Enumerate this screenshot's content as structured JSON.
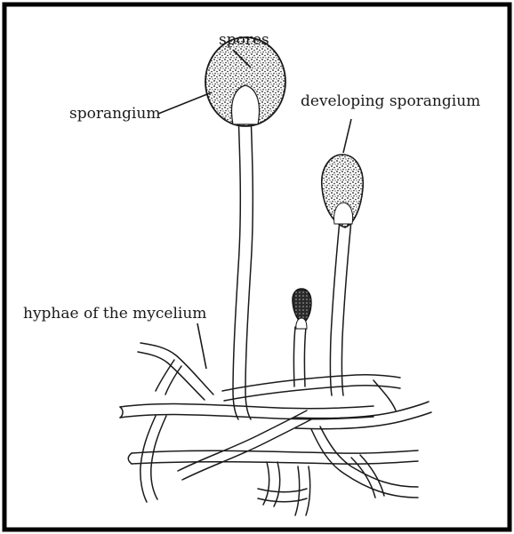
{
  "labels": {
    "spores": "spores",
    "sporangium": "sporangium",
    "developing_sporangium": "developing sporangium",
    "hyphae": "hyphae of the mycelium"
  }
}
